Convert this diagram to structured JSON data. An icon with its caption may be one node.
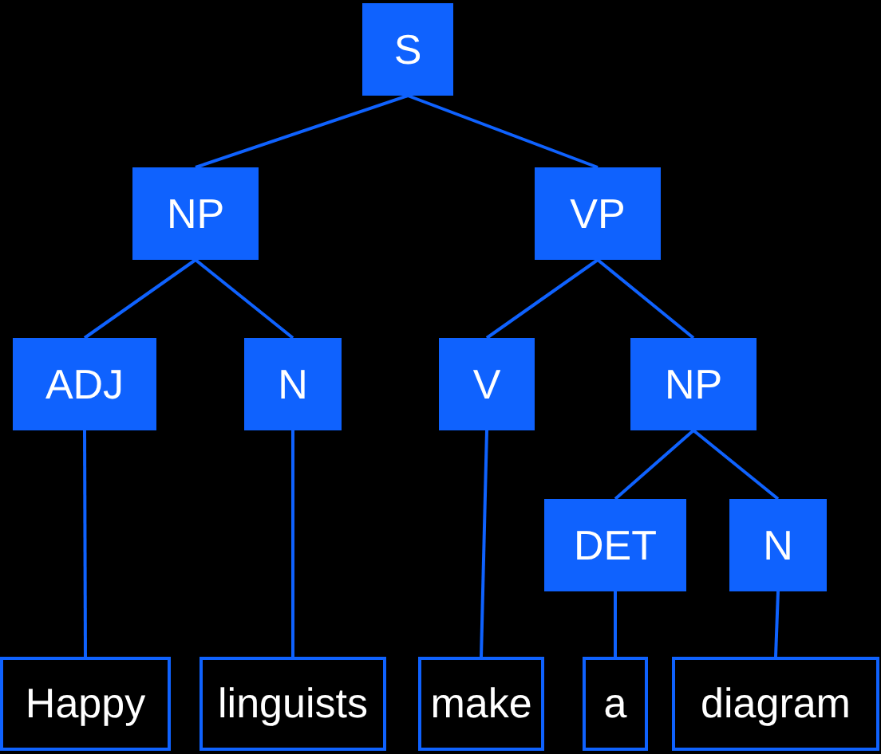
{
  "diagram": {
    "nodes": [
      {
        "text": [
          "S"
        ]
      },
      {
        "text": [
          "NP"
        ]
      },
      {
        "text": [
          "VP"
        ]
      },
      {
        "text": [
          "ADJ"
        ]
      },
      {
        "text": [
          "N"
        ]
      },
      {
        "text": [
          "V"
        ]
      },
      {
        "text": [
          "NP"
        ]
      },
      {
        "text": [
          "DET"
        ]
      },
      {
        "text": [
          "N"
        ]
      },
      {
        "text": [
          "Happy"
        ]
      },
      {
        "text": [
          "linguists"
        ]
      },
      {
        "text": [
          "make"
        ]
      },
      {
        "text": [
          "a"
        ]
      },
      {
        "text": [
          "diagram"
        ]
      }
    ],
    "edges": [
      {
        "from": 0,
        "to": 1,
        "arrow": "none"
      },
      {
        "from": 0,
        "to": 2,
        "arrow": "none"
      },
      {
        "from": 1,
        "to": 3,
        "arrow": "none"
      },
      {
        "from": 1,
        "to": 4,
        "arrow": "none"
      },
      {
        "from": 2,
        "to": 5,
        "arrow": "none"
      },
      {
        "from": 2,
        "to": 6,
        "arrow": "none"
      },
      {
        "from": 6,
        "to": 7,
        "arrow": "none"
      },
      {
        "from": 6,
        "to": 8,
        "arrow": "none"
      },
      {
        "from": 3,
        "to": 9,
        "arrow": "none"
      },
      {
        "from": 4,
        "to": 10,
        "arrow": "none"
      },
      {
        "from": 5,
        "to": 11,
        "arrow": "none"
      },
      {
        "from": 7,
        "to": 12,
        "arrow": "none"
      },
      {
        "from": 8,
        "to": 13,
        "arrow": "none"
      }
    ]
  }
}
